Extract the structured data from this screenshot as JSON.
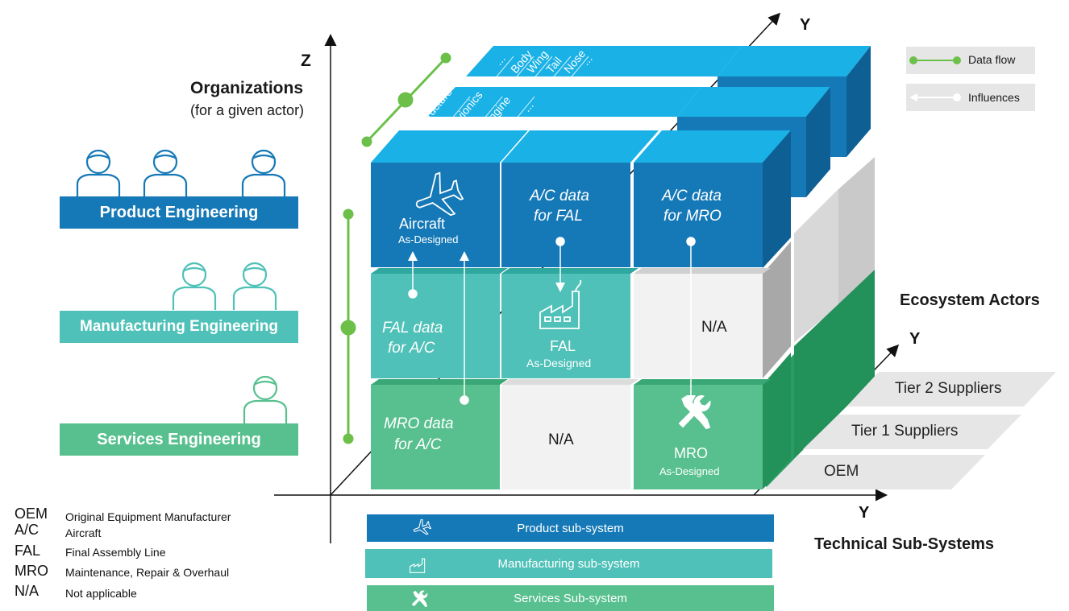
{
  "axes": {
    "z_letter": "Z",
    "z_title": "Organizations",
    "z_subtitle": "(for a given actor)",
    "y_top_letter": "Y",
    "y_right_letter": "Y",
    "y_bottom_letter": "Y",
    "ecosystem_title": "Ecosystem Actors",
    "technical_title": "Technical Sub-Systems"
  },
  "legend": {
    "data_flow": "Data flow",
    "influences": "Influences"
  },
  "organizations": [
    {
      "label": "Product Engineering",
      "color": "#1679b7"
    },
    {
      "label": "Manufacturing Engineering",
      "color": "#4fc1b8"
    },
    {
      "label": "Services Engineering",
      "color": "#58c08f"
    }
  ],
  "top_faces": {
    "back_row": [
      "Structure",
      "Avionics",
      "Engine",
      "...",
      "Body",
      "Wing",
      "Tail",
      "Nose",
      "..."
    ],
    "dots": "..."
  },
  "cells": {
    "aircraft_title": "Aircraft",
    "aircraft_sub": "As-Designed",
    "ac_fal_1": "A/C data",
    "ac_fal_2": "for FAL",
    "ac_mro_1": "A/C data",
    "ac_mro_2": "for MRO",
    "fal_ac_1": "FAL data",
    "fal_ac_2": "for A/C",
    "fal_title": "FAL",
    "fal_sub": "As-Designed",
    "na_middle": "N/A",
    "mro_ac_1": "MRO data",
    "mro_ac_2": "for A/C",
    "na_bottom": "N/A",
    "mro_title": "MRO",
    "mro_sub": "As-Designed"
  },
  "tiers": [
    "Tier 2 Suppliers",
    "Tier 1 Suppliers",
    "OEM"
  ],
  "subsystems": [
    {
      "label": "Product  sub-system",
      "color": "#1679b7",
      "icon": "plane-icon"
    },
    {
      "label": "Manufacturing  sub-system",
      "color": "#4fc1b8",
      "icon": "factory-icon"
    },
    {
      "label": "Services  Sub-system",
      "color": "#58c08f",
      "icon": "tools-icon"
    }
  ],
  "glossary": [
    {
      "abbr": "OEM",
      "def": "Original Equipment Manufacturer"
    },
    {
      "abbr": "A/C",
      "def": "Aircraft"
    },
    {
      "abbr": "FAL",
      "def": "Final Assembly Line"
    },
    {
      "abbr": "MRO",
      "def": "Maintenance, Repair & Overhaul"
    },
    {
      "abbr": "N/A",
      "def": "Not applicable"
    }
  ],
  "colors": {
    "blue": "#1679b7",
    "blue_dark": "#0e5f94",
    "cyan_top": "#19b1e6",
    "teal": "#4fc1b8",
    "green": "#58c08f",
    "green_dark": "#23915a",
    "grey": "#bdbdbd",
    "white_cell": "#f0f0f0",
    "flow_green": "#6cc04a"
  }
}
